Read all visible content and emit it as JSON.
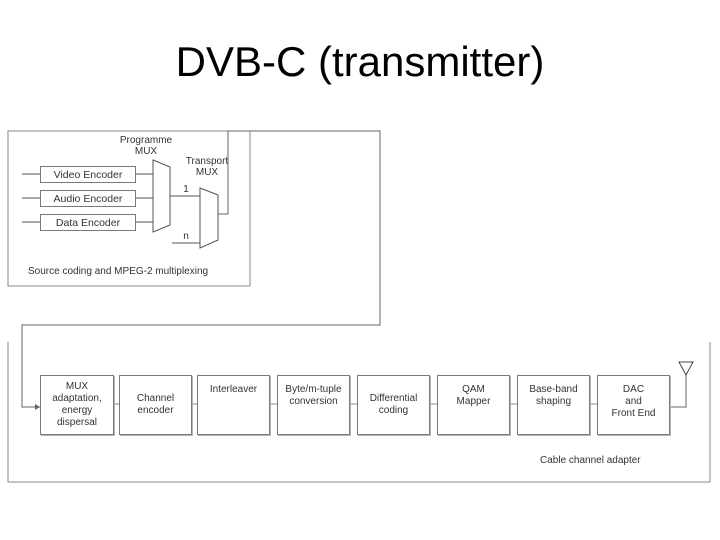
{
  "title": "DVB-C (transmitter)",
  "top_section": {
    "programme_mux_label": "Programme\nMUX",
    "transport_mux_label": "Transport\nMUX",
    "port_1": "1",
    "port_n": "n",
    "encoders": [
      "Video Encoder",
      "Audio Encoder",
      "Data Encoder"
    ],
    "caption": "Source coding and MPEG-2 multiplexing"
  },
  "bottom_section": {
    "blocks": [
      "MUX\nadaptation,\nenergy\ndispersal",
      "Channel\nencoder",
      "Interleaver",
      "Byte/m-tuple\nconversion",
      "Differential\ncoding",
      "QAM\nMapper",
      "Base-band\nshaping",
      "DAC\nand\nFront End"
    ],
    "caption": "Cable channel adapter"
  }
}
